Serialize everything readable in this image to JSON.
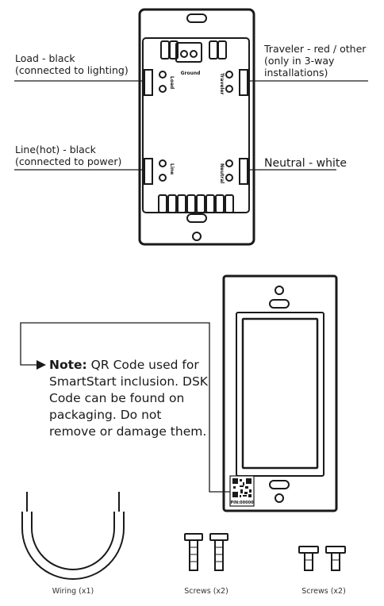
{
  "switch_terminals": {
    "ground": "Ground",
    "load": "Load",
    "line": "Line",
    "traveler": "Traveler",
    "neutral": "Neutral"
  },
  "wire_labels": {
    "load_line1": "Load - black",
    "load_line2": "(connected to lighting)",
    "line_line1": "Line(hot) - black",
    "line_line2": "(connected to power)",
    "traveler_line1": "Traveler - red / other",
    "traveler_line2": "(only in 3-way",
    "traveler_line3": "installations)",
    "neutral": "Neutral - white"
  },
  "note": {
    "prefix": "Note:",
    "text": " QR Code used for SmartStart inclusion. DSK Code can be found on packaging. Do not remove or damage them."
  },
  "qr_label": "PIN:00000",
  "captions": {
    "wiring": "Wiring (x1)",
    "screws_long": "Screws (x2)",
    "screws_short": "Screws (x2)"
  }
}
